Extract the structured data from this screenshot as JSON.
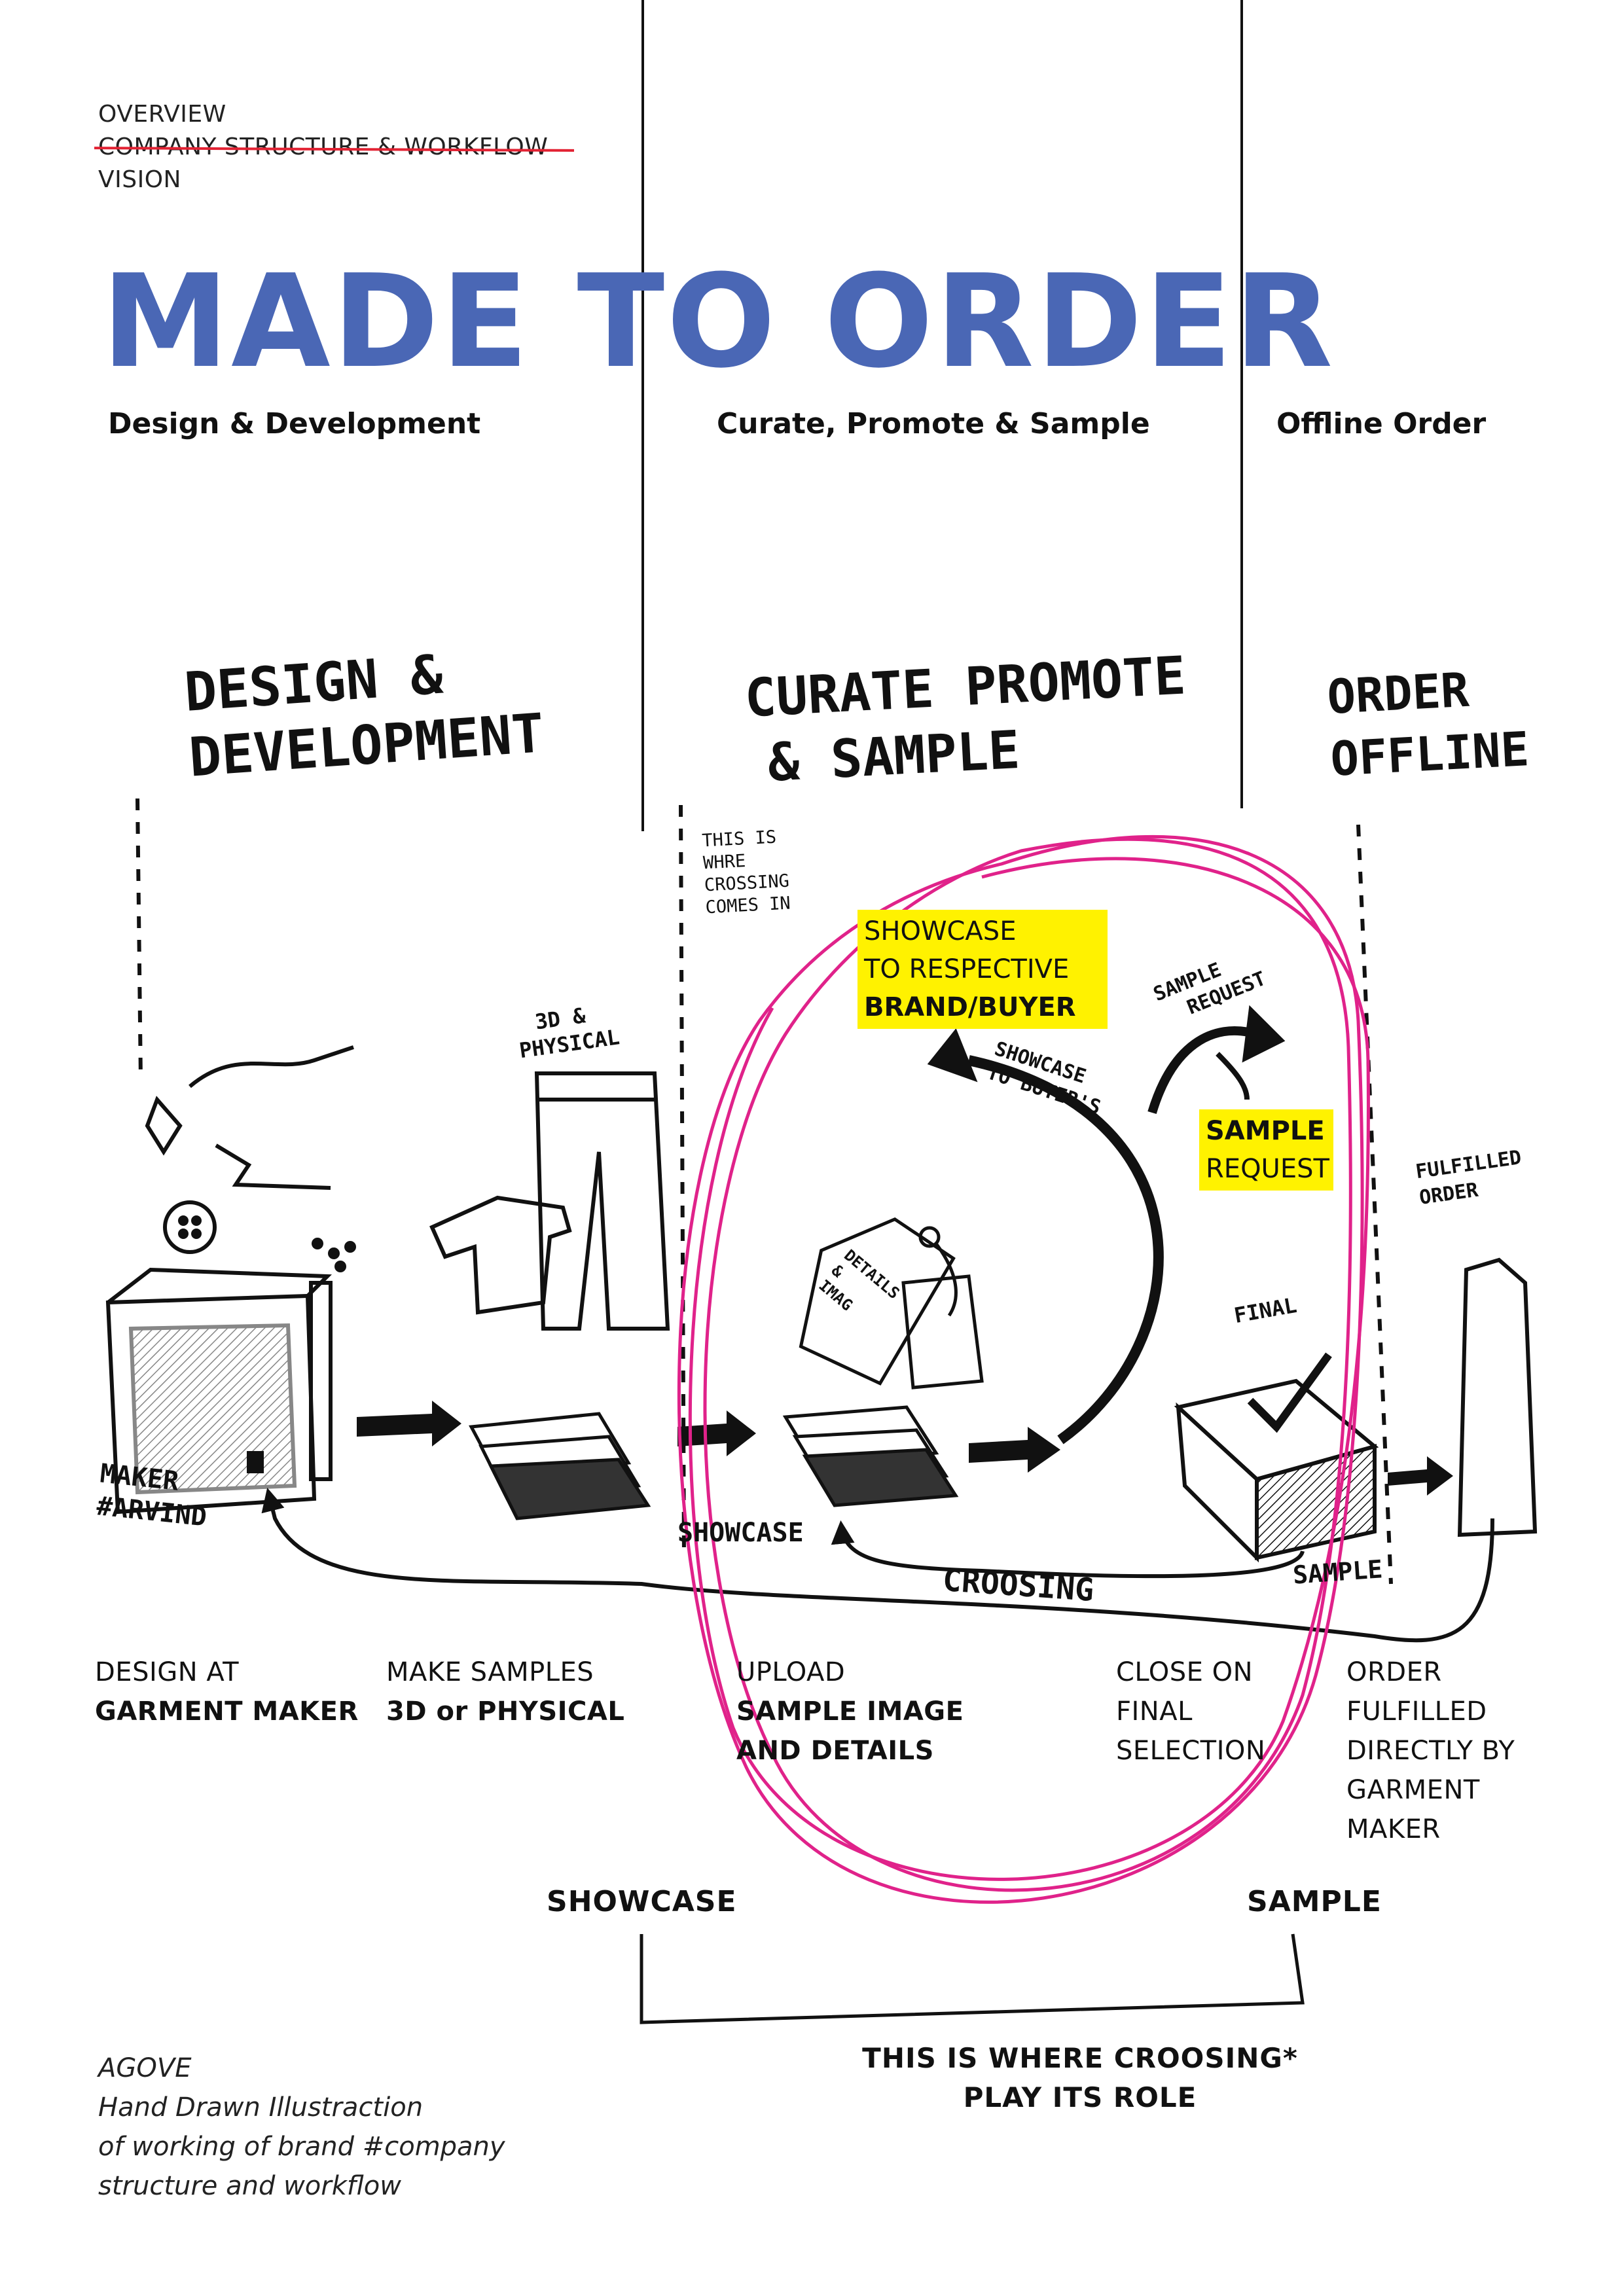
{
  "nav": {
    "items": [
      "OVERVIEW",
      "COMPANY STRUCTURE & WORKFLOW",
      "VISION"
    ],
    "struck_index": 1
  },
  "title": "MADE TO ORDER",
  "phases": [
    "Design & Development",
    "Curate, Promote & Sample",
    "Offline Order"
  ],
  "sketch_headings": {
    "design": [
      "DESIGN &",
      "DEVELOPMENT"
    ],
    "curate": [
      "CURATE PROMOTE",
      "& SAMPLE"
    ],
    "order": [
      "ORDER",
      "OFFLINE"
    ]
  },
  "sketch_notes": {
    "crossing_note": [
      "THIS IS",
      "WHRE",
      "CROSSING",
      "COMES IN"
    ],
    "three_d": [
      "3D &",
      "PHYSICAL"
    ],
    "showcase_to_buyers": [
      "SHOWCASE",
      "TO BUYER'S"
    ],
    "sample_request": [
      "SAMPLE",
      "REQUEST"
    ],
    "tag": [
      "DETAILS",
      "&",
      "IMAG"
    ],
    "final": "FINAL",
    "fulfilled": [
      "FULFILLED",
      "ORDER"
    ],
    "maker": [
      "MAKER",
      "#ARVIND"
    ],
    "showcase": "SHOWCASE",
    "sample": "SAMPLE",
    "crossing": "CROOSING"
  },
  "callouts": {
    "showcase": {
      "line1": "SHOWCASE",
      "line2": "TO RESPECTIVE",
      "bold": "BRAND/BUYER"
    },
    "sample": {
      "bold": "SAMPLE",
      "line2": "REQUEST"
    }
  },
  "steps": [
    {
      "normal": "DESIGN AT",
      "bold": "GARMENT MAKER"
    },
    {
      "normal": "MAKE SAMPLES",
      "bold": "3D or PHYSICAL"
    },
    {
      "normal": "UPLOAD",
      "bold": "SAMPLE IMAGE",
      "bold2": "AND DETAILS"
    },
    {
      "lines": [
        "CLOSE ON",
        "FINAL",
        "SELECTION"
      ]
    },
    {
      "lines": [
        "ORDER",
        "FULFILLED",
        "DIRECTLY BY",
        "GARMENT",
        "MAKER"
      ]
    }
  ],
  "markers": {
    "left": "SHOWCASE",
    "right": "SAMPLE"
  },
  "footer": [
    "THIS IS WHERE CROOSING*",
    "PLAY ITS ROLE"
  ],
  "caption": [
    "AGOVE",
    "Hand Drawn Illustraction",
    "of working of brand #company",
    "structure and workflow"
  ],
  "colors": {
    "title": "#4a67b5",
    "highlight": "#fff200",
    "circle": "#e0228a",
    "strike": "#e22233"
  }
}
